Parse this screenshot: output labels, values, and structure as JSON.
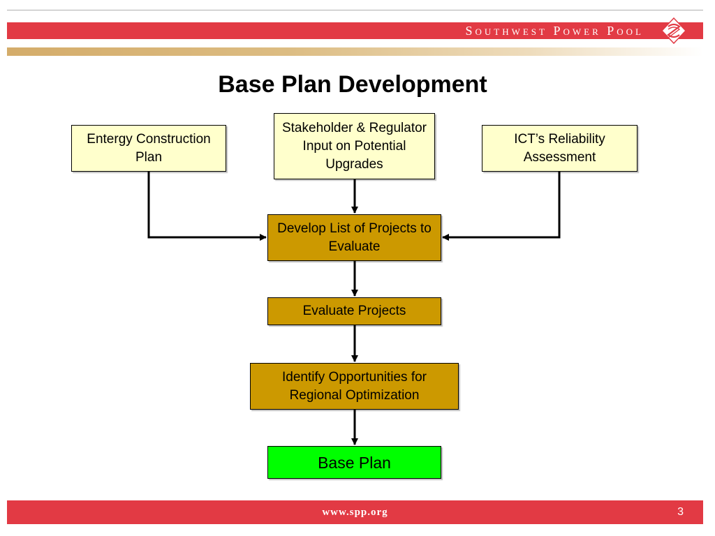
{
  "header": {
    "organization": "Southwest Power Pool",
    "logo_icon": "spp-logo-icon",
    "colors": {
      "accent_red": "#e23a44",
      "gold": "#d4ac6a"
    }
  },
  "slide": {
    "title": "Base Plan Development"
  },
  "diagram": {
    "inputs": [
      {
        "label": "Entergy Construction Plan"
      },
      {
        "label": "Stakeholder & Regulator Input on Potential Upgrades"
      },
      {
        "label": "ICT’s Reliability Assessment"
      }
    ],
    "steps": [
      {
        "label": "Develop List of Projects to Evaluate"
      },
      {
        "label": "Evaluate Projects"
      },
      {
        "label": "Identify Opportunities for Regional Optimization"
      }
    ],
    "result": {
      "label": "Base Plan"
    },
    "colors": {
      "input_fill": "#ffffcc",
      "step_fill": "#cc9900",
      "result_fill": "#00ff00"
    }
  },
  "footer": {
    "url": "www.spp.org",
    "page_number": "3"
  }
}
